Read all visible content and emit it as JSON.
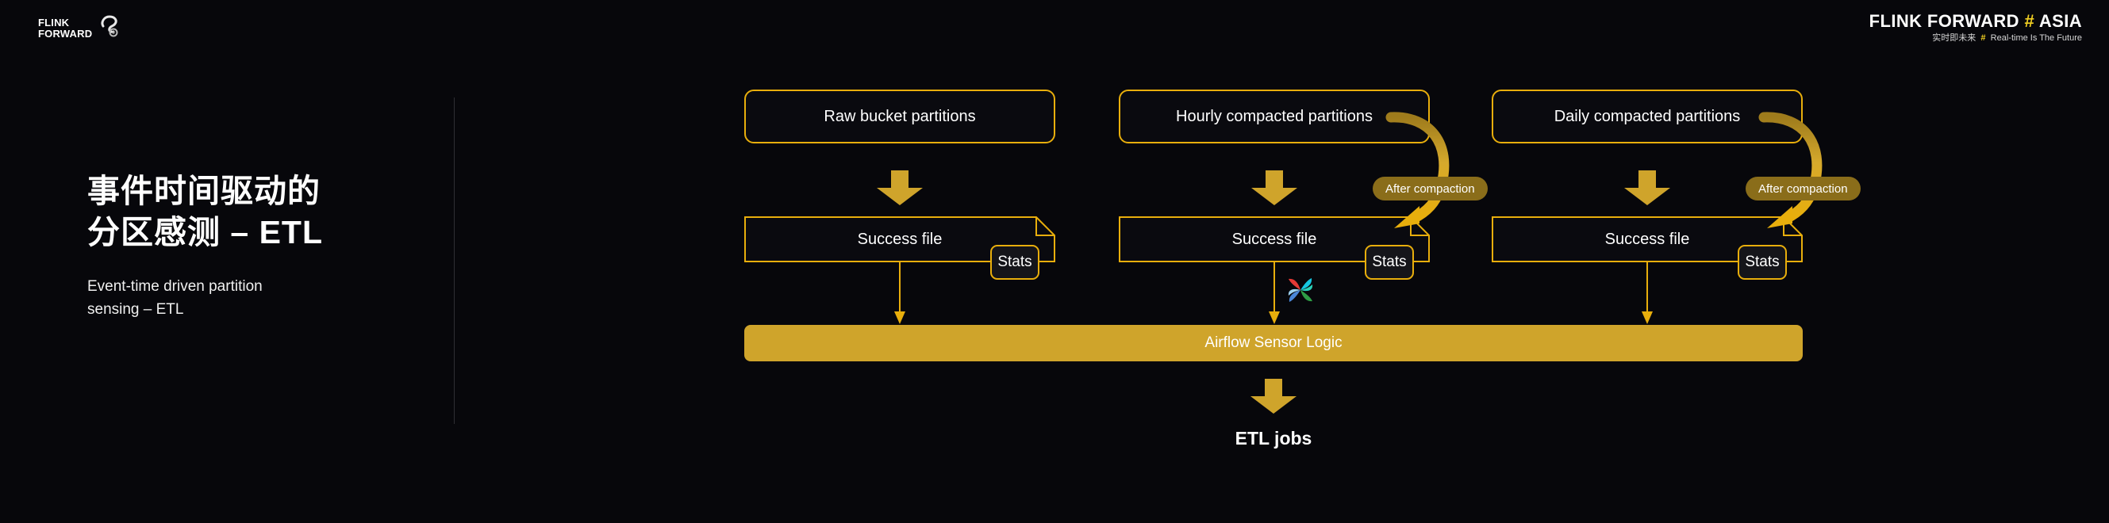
{
  "header": {
    "logo_left": {
      "line1": "FLINK",
      "line2": "FORWARD",
      "icon": "squirrel-icon"
    },
    "brand_right": {
      "main_before": "FLINK FORWARD ",
      "hash": "#",
      "main_after": " ASIA",
      "sub_cn": "实时即未来",
      "sub_hash": "#",
      "sub_en": "Real-time Is The Future"
    }
  },
  "title": {
    "cn": "事件时间驱动的\n分区感测 – ETL",
    "en": "Event-time driven partition\nsensing – ETL"
  },
  "diagram": {
    "columns": [
      {
        "top_label": "Raw bucket partitions",
        "file_label": "Success file",
        "stats_label": "Stats",
        "has_compaction_arrow": false,
        "compaction_label": ""
      },
      {
        "top_label": "Hourly compacted partitions",
        "file_label": "Success file",
        "stats_label": "Stats",
        "has_compaction_arrow": true,
        "compaction_label": "After compaction"
      },
      {
        "top_label": "Daily compacted partitions",
        "file_label": "Success file",
        "stats_label": "Stats",
        "has_compaction_arrow": true,
        "compaction_label": "After compaction"
      }
    ],
    "sensor_bar_label": "Airflow Sensor Logic",
    "airflow_logo": "airflow-pinwheel-icon",
    "output_label": "ETL jobs"
  },
  "colors": {
    "background": "#07070b",
    "gold_border": "#e8ae0c",
    "gold_fill": "#cfa42b",
    "pill": "#8a6d1a",
    "accent_yellow": "#f2d022",
    "text": "#ffffff"
  }
}
